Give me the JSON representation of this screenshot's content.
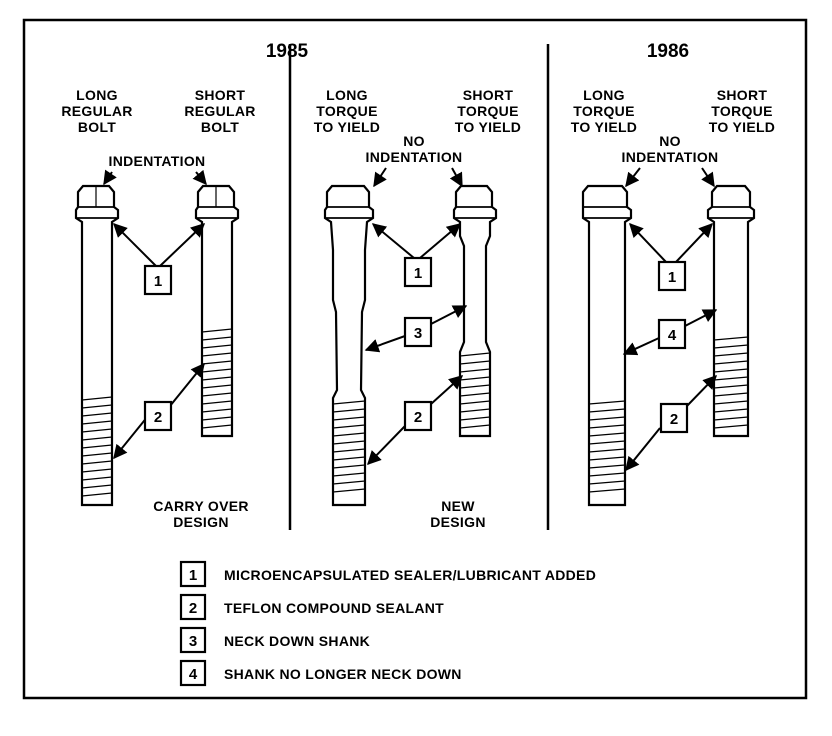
{
  "years": {
    "y1985": "1985",
    "y1986": "1986"
  },
  "bolts": {
    "long_regular": [
      "LONG",
      "REGULAR",
      "BOLT"
    ],
    "short_regular": [
      "SHORT",
      "REGULAR",
      "BOLT"
    ],
    "long_tty_1985": [
      "LONG",
      "TORQUE",
      "TO YIELD"
    ],
    "short_tty_1985": [
      "SHORT",
      "TORQUE",
      "TO YIELD"
    ],
    "long_tty_1986": [
      "LONG",
      "TORQUE",
      "TO YIELD"
    ],
    "short_tty_1986": [
      "SHORT",
      "TORQUE",
      "TO YIELD"
    ]
  },
  "annotations": {
    "indentation": "INDENTATION",
    "no_indentation_1985": [
      "NO",
      "INDENTATION"
    ],
    "no_indentation_1986": [
      "NO",
      "INDENTATION"
    ],
    "carry_over": [
      "CARRY OVER",
      "DESIGN"
    ],
    "new_design": [
      "NEW",
      "DESIGN"
    ]
  },
  "callouts": {
    "p1_one": "1",
    "p1_two": "2",
    "p2_one": "1",
    "p2_three": "3",
    "p2_two": "2",
    "p3_one": "1",
    "p3_four": "4",
    "p3_two": "2"
  },
  "legend": [
    {
      "num": "1",
      "text": "MICROENCAPSULATED  SEALER/LUBRICANT  ADDED"
    },
    {
      "num": "2",
      "text": "TEFLON COMPOUND SEALANT"
    },
    {
      "num": "3",
      "text": "NECK DOWN SHANK"
    },
    {
      "num": "4",
      "text": "SHANK NO LONGER NECK DOWN"
    }
  ]
}
